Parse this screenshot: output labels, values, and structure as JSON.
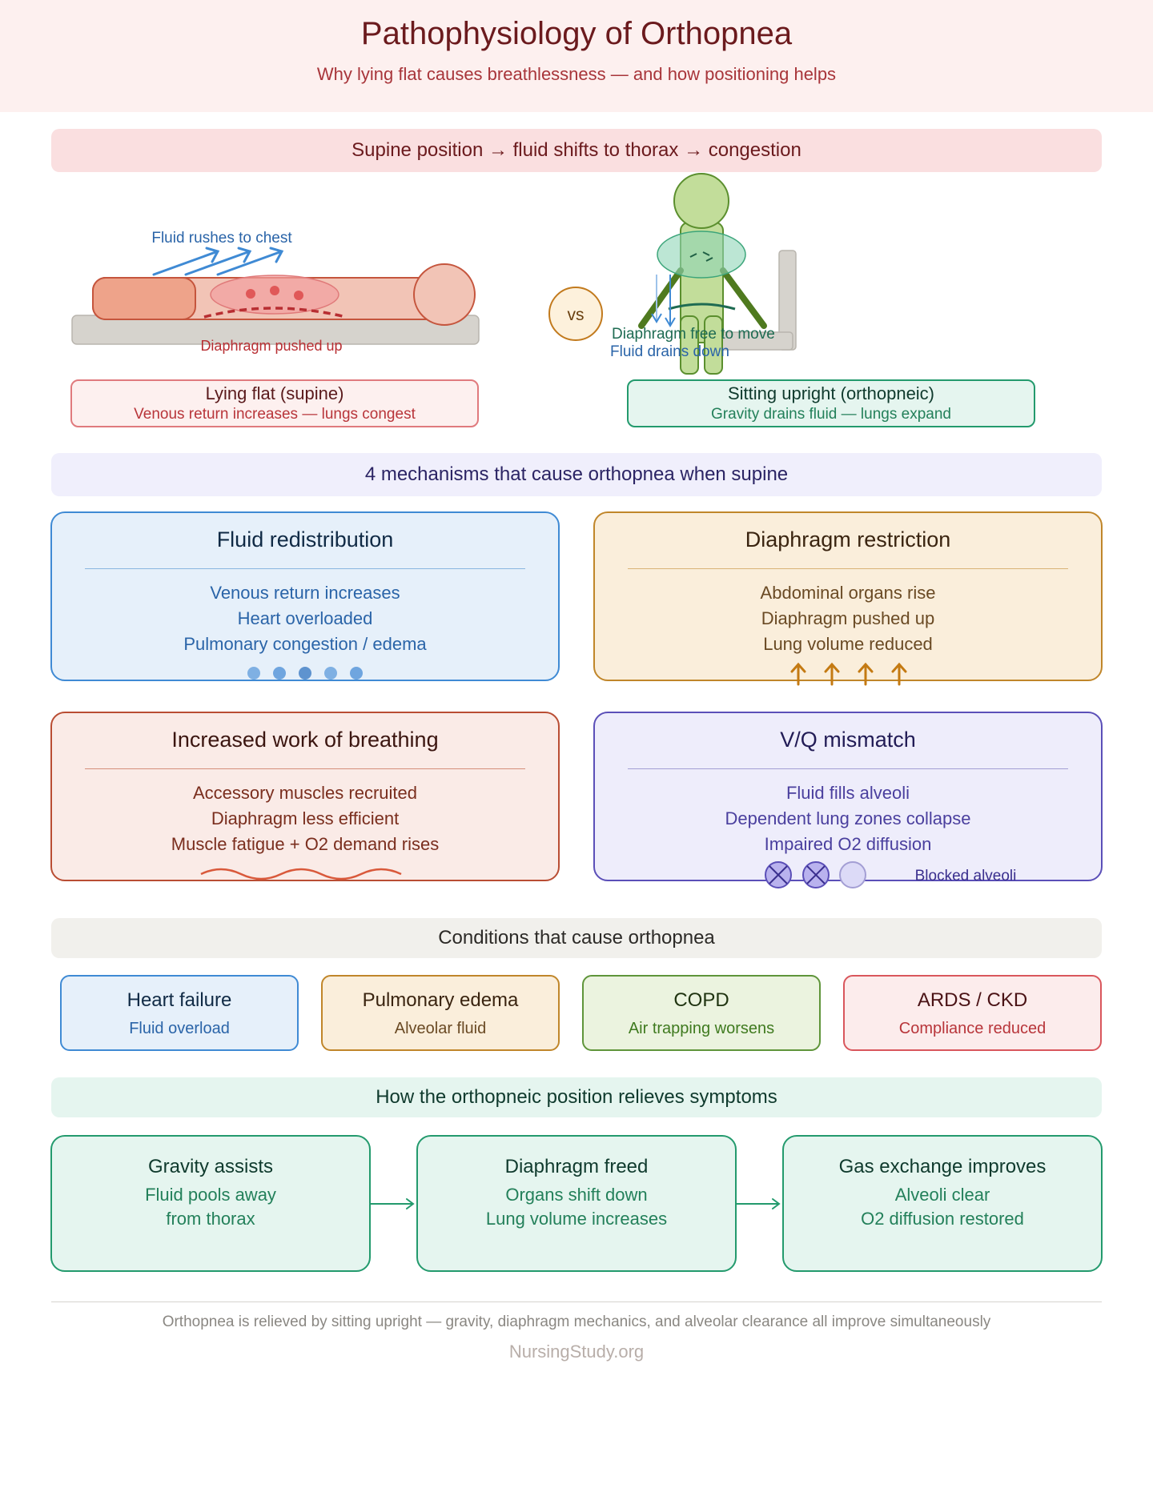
{
  "header": {
    "title": "Pathophysiology of Orthopnea",
    "subtitle": "Why lying flat causes breathlessness — and how positioning helps"
  },
  "positions": {
    "banner": "Supine position → fluid shifts to thorax → congestion",
    "supine": {
      "arrow_label": "Fluid rushes to chest",
      "diaphragm_label": "Diaphragm pushed up",
      "title": "Lying flat (supine)",
      "subtitle": "Venous return increases — lungs congest"
    },
    "vs_label": "vs",
    "upright": {
      "diaphragm_label": "Diaphragm free to move",
      "fluid_label": "Fluid drains down",
      "title": "Sitting upright (orthopneic)",
      "subtitle": "Gravity drains fluid — lungs expand"
    }
  },
  "mechanisms": {
    "banner": "4 mechanisms that cause orthopnea when supine",
    "items": [
      {
        "title": "Fluid redistribution",
        "lines": [
          "Venous return increases",
          "Heart overloaded",
          "Pulmonary congestion / edema"
        ]
      },
      {
        "title": "Diaphragm restriction",
        "lines": [
          "Abdominal organs rise",
          "Diaphragm pushed up",
          "Lung volume reduced"
        ]
      },
      {
        "title": "Increased work of breathing",
        "lines": [
          "Accessory muscles recruited",
          "Diaphragm less efficient",
          "Muscle fatigue + O2 demand rises"
        ]
      },
      {
        "title": "V/Q mismatch",
        "lines": [
          "Fluid fills alveoli",
          "Dependent lung zones collapse",
          "Impaired O2 diffusion"
        ],
        "icon_label": "Blocked alveoli"
      }
    ]
  },
  "conditions": {
    "banner": "Conditions that cause orthopnea",
    "items": [
      {
        "title": "Heart failure",
        "subtitle": "Fluid overload"
      },
      {
        "title": "Pulmonary edema",
        "subtitle": "Alveolar fluid"
      },
      {
        "title": "COPD",
        "subtitle": "Air trapping worsens"
      },
      {
        "title": "ARDS / CKD",
        "subtitle": "Compliance reduced"
      }
    ]
  },
  "relief": {
    "banner": "How the orthopneic position relieves symptoms",
    "steps": [
      {
        "title": "Gravity assists",
        "lines": [
          "Fluid pools away",
          "from thorax"
        ]
      },
      {
        "title": "Diaphragm freed",
        "lines": [
          "Organs shift down",
          "Lung volume increases"
        ]
      },
      {
        "title": "Gas exchange improves",
        "lines": [
          "Alveoli clear",
          "O2 diffusion restored"
        ]
      }
    ]
  },
  "footer": {
    "note": "Orthopnea is relieved by sitting upright — gravity, diaphragm mechanics, and alveolar clearance all improve simultaneously",
    "brand": "NursingStudy.org"
  },
  "colors": {
    "fluid": "#3f8ad4",
    "diaphragm": "#c0662a",
    "work": "#d9593b",
    "vq": "#5b4fb8",
    "relief": "#239a6d",
    "supine": "#d9565c"
  }
}
